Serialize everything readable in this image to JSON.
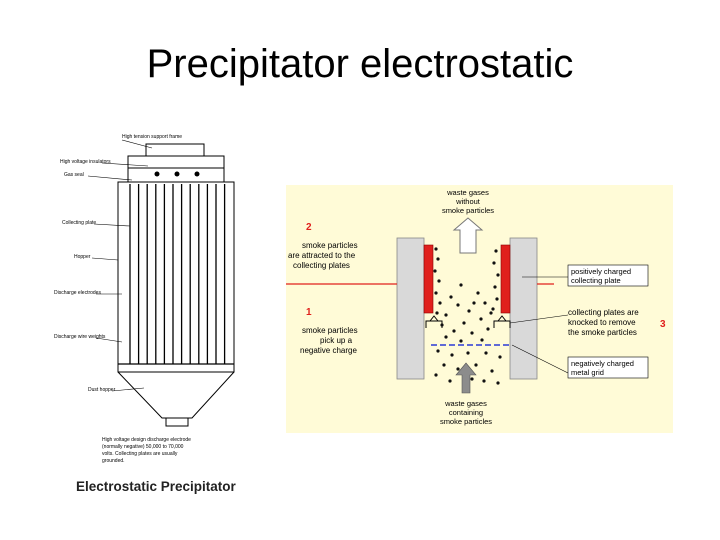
{
  "slide": {
    "title": "Precipitator electrostatic"
  },
  "left_figure": {
    "caption": "Electrostatic Precipitator",
    "labels": {
      "support_frame": "High tension support frame",
      "insulators": "High voltage insulators",
      "gas_seal": "Gas seal",
      "collecting_plate": "Collecting plate",
      "hopper": "Hopper",
      "discharge_electrodes": "Discharge electrodes",
      "weights": "Discharge wire weights",
      "dust_hopper": "Dust hopper"
    },
    "note": [
      "High voltage design discharge electrode",
      "(normally negative) 50,000 to 70,000",
      "volts. Collecting plates are usually",
      "grounded."
    ]
  },
  "right_figure": {
    "top_label": [
      "waste gases",
      "without",
      "smoke particles"
    ],
    "bottom_label": [
      "waste gases",
      "containing",
      "smoke particles"
    ],
    "step2": {
      "num": "2",
      "lines": [
        "smoke particles",
        "are attracted to the",
        "collecting plates"
      ]
    },
    "step1": {
      "num": "1",
      "lines": [
        "smoke particles",
        "pick up a",
        "negative charge"
      ]
    },
    "step3": {
      "num": "3",
      "lines": [
        "collecting plates are",
        "knocked to remove",
        "the smoke particles"
      ]
    },
    "plate_label": [
      "positively charged",
      "collecting plate"
    ],
    "grid_label": [
      "negatively charged",
      "metal grid"
    ],
    "colors": {
      "background": "#fffbd7",
      "plate": "#e0201c",
      "grid": "#2b3bd6",
      "number": "#e0201c",
      "wall": "#d9d9d9"
    }
  }
}
